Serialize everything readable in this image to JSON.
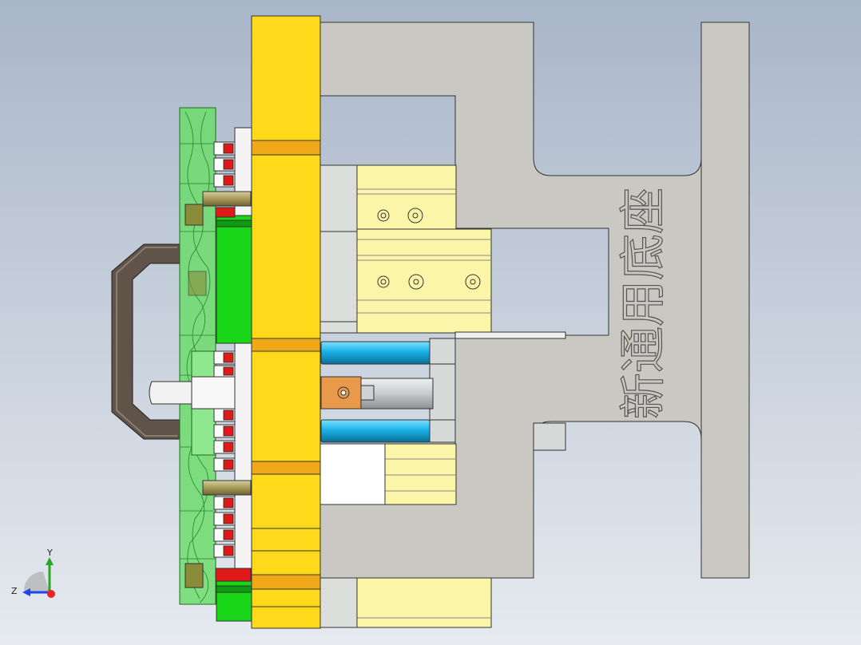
{
  "viewport": {
    "background_top": "#a9b6c8",
    "background_bottom": "#e6eaf0"
  },
  "model": {
    "engraved_text": "新通用底座",
    "colors": {
      "base_plate": "#c9c8c2",
      "yellow_plate": "#ffd91a",
      "light_yellow": "#fbf5a8",
      "green_part": "#19d619",
      "translucent_green": "#6cdc6c",
      "cyan_cylinder": "#19b2e6",
      "handle": "#5f534a",
      "red_screw": "#e01818",
      "orange_block": "#e89a4a",
      "gray_rod": "#c8cbcc"
    }
  },
  "triad": {
    "y_label": "Y",
    "z_label": "Z",
    "y_color": "#22aa22",
    "z_color": "#2244ee",
    "x_color": "#ee2222"
  }
}
